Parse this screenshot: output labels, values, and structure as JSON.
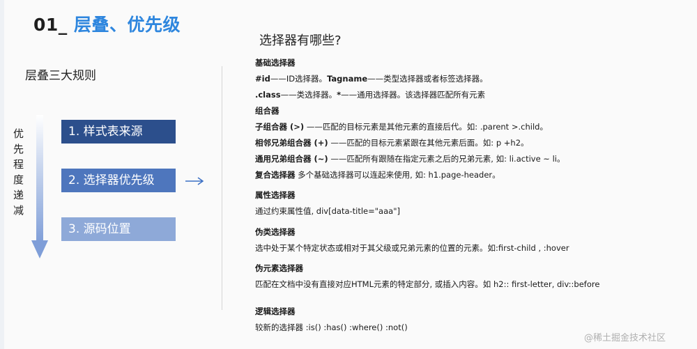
{
  "header": {
    "number": "01_",
    "title": "层叠、优先级"
  },
  "left": {
    "heading": "层叠三大规则",
    "vertical_label": "优先程度递减",
    "steps": [
      "1. 样式表来源",
      "2. 选择器优先级",
      "3. 源码位置"
    ]
  },
  "main": {
    "title": "选择器有哪些?",
    "basic": {
      "heading": "基础选择器",
      "line1": {
        "id": "#id",
        "id_desc": "——ID选择器。",
        "tag": "Tagname",
        "tag_desc": "——类型选择器或者标签选择器。"
      },
      "line2": {
        "cls": ".class",
        "cls_desc": "——类选择器。",
        "star": "*",
        "star_desc": "——通用选择器。该选择器匹配所有元素"
      }
    },
    "combinator": {
      "heading": "组合器",
      "child": {
        "label": "子组合器 (>)",
        "desc": "——匹配的目标元素是其他元素的直接后代。如: .parent >.child。"
      },
      "adjacent": {
        "label": "相邻兄弟组合器 (+)",
        "desc": "——匹配的目标元素紧跟在其他元素后面。如: p +h2。"
      },
      "general": {
        "label": "通用兄弟组合器 (~)",
        "desc": "——匹配所有跟随在指定元素之后的兄弟元素, 如: li.active ~ li。"
      },
      "compound": {
        "label": "复合选择器",
        "desc": "多个基础选择器可以连起来使用, 如: h1.page-header。"
      }
    },
    "attribute": {
      "heading": "属性选择器",
      "text": "通过约束属性值, div[data-title=\"aaa\"]"
    },
    "pseudo_class": {
      "heading": "伪类选择器",
      "text": "选中处于某个特定状态或相对于其父级或兄弟元素的位置的元素。如:first-child , :hover"
    },
    "pseudo_element": {
      "heading": "伪元素选择器",
      "text": "匹配在文档中没有直接对应HTML元素的特定部分, 或插入内容。如 h2:: first-letter, div::before"
    },
    "logical": {
      "heading": "逻辑选择器",
      "text": "较新的选择器 :is() :has() :where() :not()"
    }
  },
  "watermark": "@稀土掘金技术社区",
  "colors": {
    "accent": "#2e86de",
    "step1": "#2c4f8c",
    "step2": "#4e76bd",
    "step3": "#8ea9d8"
  }
}
